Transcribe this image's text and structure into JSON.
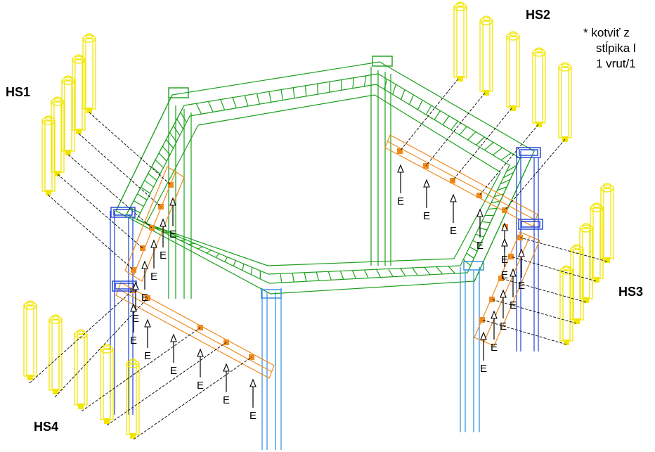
{
  "labels": {
    "hs1": "HS1",
    "hs2": "HS2",
    "hs3": "HS3",
    "hs4": "HS4"
  },
  "note": {
    "line1": "* kotviť z",
    "line2": "stĺpika l",
    "line3": "1 vrut/1"
  },
  "anchor_label": "E",
  "colors": {
    "frame": "#1aa01a",
    "beam": "#f08a1e",
    "post": "#f2e600",
    "post_blue": "#1a3fd6",
    "post_light_blue": "#2a8adf",
    "line": "#000000"
  }
}
